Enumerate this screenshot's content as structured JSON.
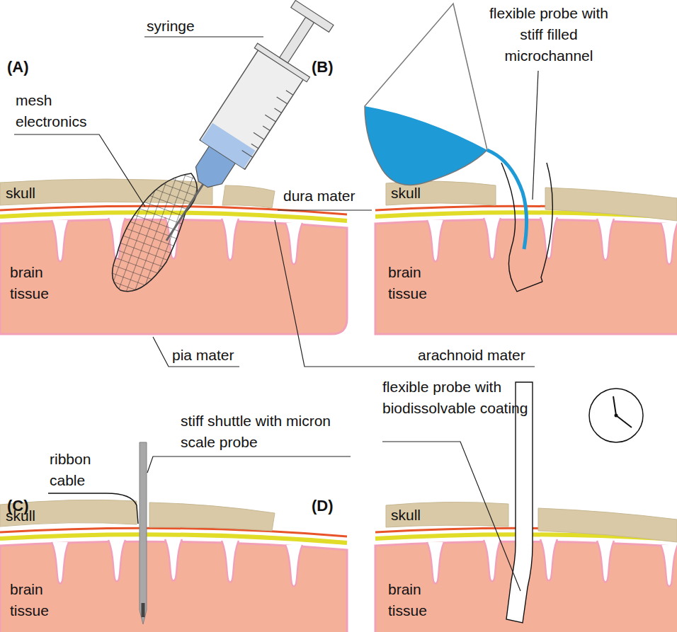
{
  "diagram": {
    "labels": [
      "(A)",
      "syringe",
      "mesh electronics",
      "skull",
      "dura mater",
      "brain tissue",
      "pia mater",
      "arachnoid mater",
      "(B)",
      "flexible probe with stiff filled microchannel",
      "skull",
      "brain tissue",
      "(C)",
      "ribbon cable",
      "stiff shuttle with micron scale probe",
      "skull",
      "brain tissue",
      "(D)",
      "flexible probe with biodissolvable coating",
      "skull",
      "brain tissue"
    ]
  }
}
